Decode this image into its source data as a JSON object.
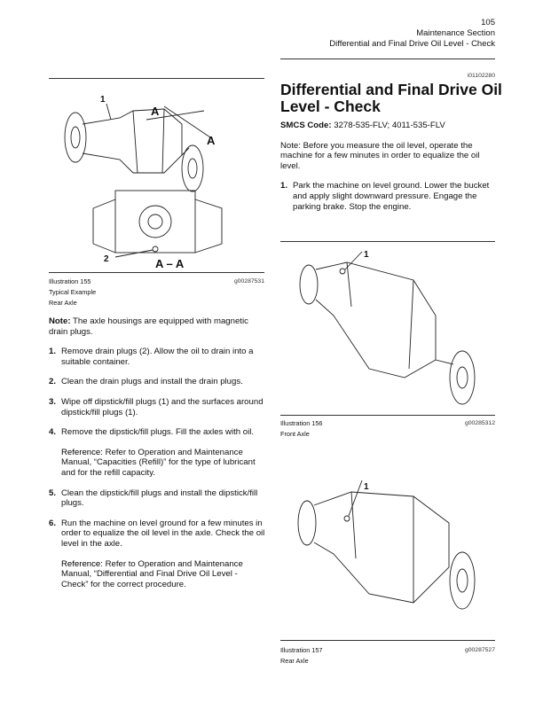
{
  "header": {
    "page_number": "105",
    "section": "Maintenance Section",
    "topic": "Differential and Final Drive Oil Level - Check"
  },
  "doc_id": "i01102280",
  "title": "Differential and Final Drive Oil Level - Check",
  "smcs": {
    "label": "SMCS Code:",
    "value": "3278-535-FLV; 4011-535-FLV"
  },
  "intro_note": {
    "label": "Note:",
    "text": "Before you measure the oil level, operate the machine for a few minutes in order to equalize the oil level."
  },
  "right_steps": [
    {
      "num": "1.",
      "text": "Park the machine on level ground. Lower the bucket and apply slight downward pressure. Engage the parking brake. Stop the engine."
    }
  ],
  "illustrations": [
    {
      "label": "Illustration 155",
      "id": "g00287531",
      "lines": [
        "Typical Example",
        "Rear Axle"
      ],
      "callouts": [
        "1",
        "A",
        "A",
        "2",
        "A – A"
      ]
    },
    {
      "label": "Illustration 156",
      "id": "g00285312",
      "lines": [
        "Front Axle"
      ],
      "callouts": [
        "1"
      ]
    },
    {
      "label": "Illustration 157",
      "id": "g00287527",
      "lines": [
        "Rear Axle"
      ],
      "callouts": [
        "1"
      ]
    }
  ],
  "left_note": {
    "label": "Note:",
    "text": "The axle housings are equipped with magnetic drain plugs."
  },
  "left_steps": [
    {
      "num": "1.",
      "text": "Remove drain plugs (2). Allow the oil to drain into a suitable container."
    },
    {
      "num": "2.",
      "text": "Clean the drain plugs and install the drain plugs."
    },
    {
      "num": "3.",
      "text": "Wipe off dipstick/fill plugs (1) and the surfaces around dipstick/fill plugs (1)."
    },
    {
      "num": "4.",
      "text": "Remove the dipstick/fill plugs. Fill the axles with oil.",
      "ref_label": "Reference:",
      "ref_text": "Refer to Operation and Maintenance Manual, “Capacities (Refill)” for the type of lubricant and for the refill capacity."
    },
    {
      "num": "5.",
      "text": "Clean the dipstick/fill plugs and install the dipstick/fill plugs."
    },
    {
      "num": "6.",
      "text": "Run the machine on level ground for a few minutes in order to equalize the oil level in the axle. Check the oil level in the axle.",
      "ref_label": "Reference:",
      "ref_text": "Refer to Operation and Maintenance Manual, “Differential and Final Drive Oil Level - Check” for the correct procedure."
    }
  ]
}
